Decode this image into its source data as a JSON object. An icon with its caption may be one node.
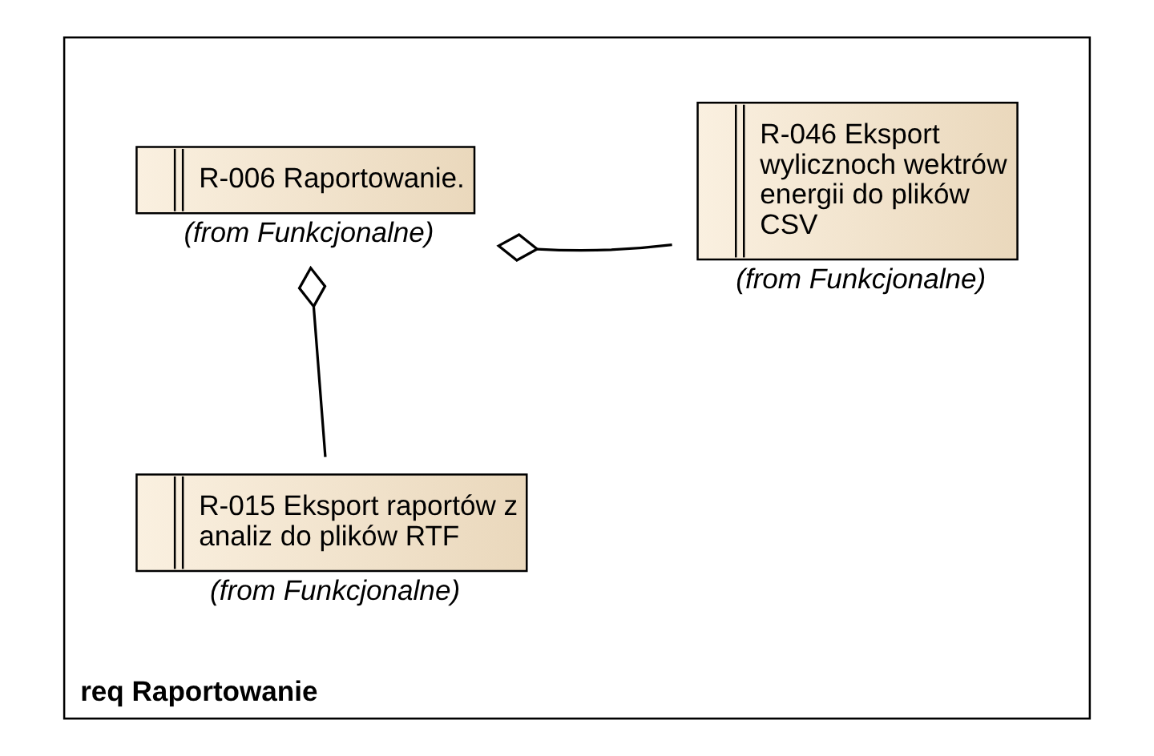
{
  "diagram": {
    "nodes": [
      {
        "text": [
          "req Raportowanie"
        ]
      },
      {
        "text": [
          "R-006 Raportowanie."
        ],
        "in": 0,
        "beside": [
          "(from Funkcjonalne)"
        ]
      },
      {
        "text": [
          "R-046 Eksport wylicznoch wektrów energii do plików CSV"
        ],
        "in": 0,
        "beside": [
          "(from Funkcjonalne)"
        ]
      },
      {
        "text": [
          "R-015 Eksport raportów z analiz do plików RTF"
        ],
        "in": 0,
        "beside": [
          "(from Funkcjonalne)"
        ]
      }
    ],
    "edges": [
      {
        "from": 2,
        "to": 1,
        "arrow": "other"
      },
      {
        "from": 3,
        "to": 1,
        "arrow": "other"
      }
    ]
  }
}
